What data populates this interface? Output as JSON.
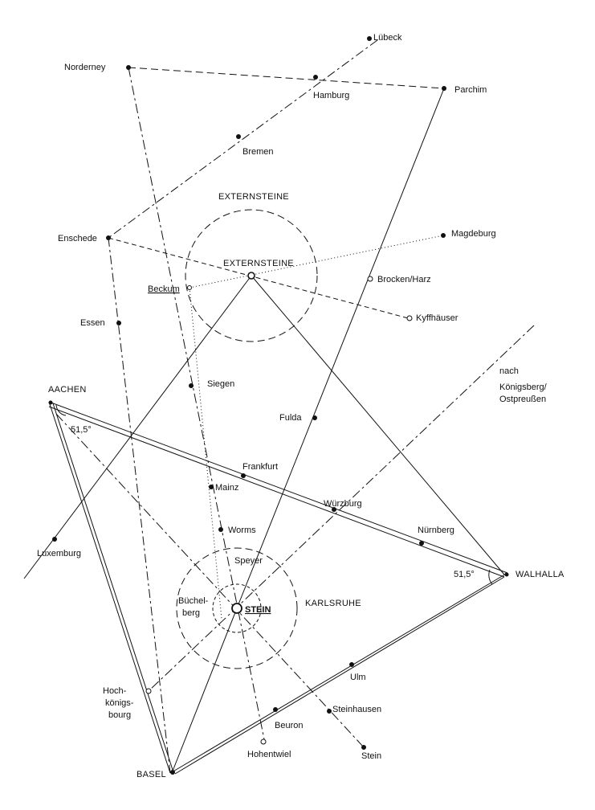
{
  "places": {
    "luebeck": "Lübeck",
    "norderney": "Norderney",
    "hamburg": "Hamburg",
    "parchim": "Parchim",
    "bremen": "Bremen",
    "externsteine_outer": "EXTERNSTEINE",
    "externsteine": "EXTERNSTEINE",
    "enschede": "Enschede",
    "magdeburg": "Magdeburg",
    "beckum": "Beckum",
    "brocken": "Brocken/Harz",
    "essen": "Essen",
    "kyffhaeuser": "Kyffhäuser",
    "nach": "nach",
    "koenigsberg": "Königsberg/",
    "ostpreussen": "Ostpreußen",
    "aachen": "AACHEN",
    "siegen": "Siegen",
    "fulda": "Fulda",
    "frankfurt": "Frankfurt",
    "mainz": "Mainz",
    "wuerzburg": "Würzburg",
    "worms": "Worms",
    "nuernberg": "Nürnberg",
    "luxemburg": "Luxemburg",
    "speyer": "Speyer",
    "walhalla": "WALHALLA",
    "buechel": "Büchel-",
    "berg": "berg",
    "stein_center": "STEIN",
    "karlsruhe": "KARLSRUHE",
    "ulm": "Ulm",
    "hoch": "Hoch-",
    "koenigs": "königs-",
    "bourg": "bourg",
    "steinhausen": "Steinhausen",
    "beuron": "Beuron",
    "hohentwiel": "Hohentwiel",
    "stein": "Stein",
    "basel": "BASEL"
  },
  "angles": {
    "aachen": "51,5°",
    "walhalla": "51,5°"
  }
}
